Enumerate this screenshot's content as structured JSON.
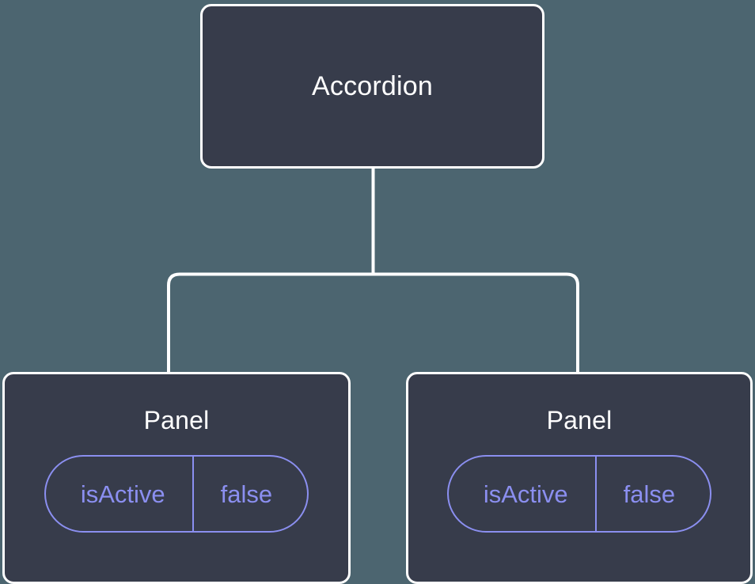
{
  "diagram": {
    "type": "component-tree",
    "background_color": "#4c6570",
    "node_fill_color": "#373c4b",
    "node_border_color": "#ffffff",
    "edge_color": "#ffffff",
    "prop_accent_color": "#8b8ff0",
    "title_color": "#ffffff"
  },
  "root": {
    "label": "Accordion"
  },
  "children": [
    {
      "label": "Panel",
      "prop": {
        "key": "isActive",
        "value": "false"
      }
    },
    {
      "label": "Panel",
      "prop": {
        "key": "isActive",
        "value": "false"
      }
    }
  ]
}
